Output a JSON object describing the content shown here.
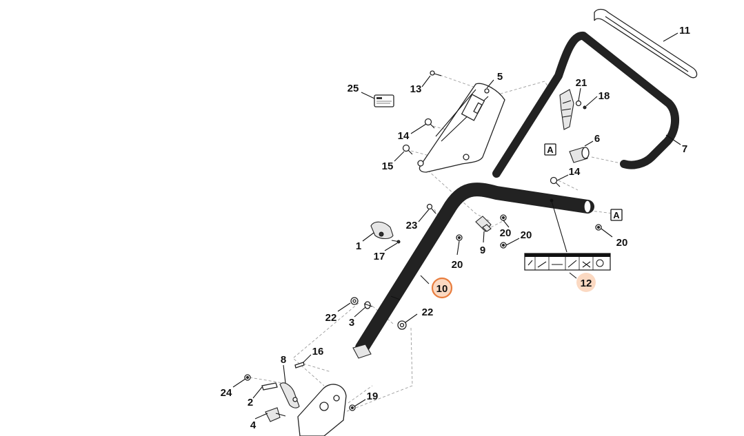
{
  "callouts": [
    {
      "id": "c1",
      "text": "1"
    },
    {
      "id": "c2",
      "text": "2"
    },
    {
      "id": "c3",
      "text": "3"
    },
    {
      "id": "c4",
      "text": "4"
    },
    {
      "id": "c5",
      "text": "5"
    },
    {
      "id": "c6",
      "text": "6"
    },
    {
      "id": "c7",
      "text": "7"
    },
    {
      "id": "c8",
      "text": "8"
    },
    {
      "id": "c9",
      "text": "9"
    },
    {
      "id": "c10",
      "text": "10"
    },
    {
      "id": "c11",
      "text": "11"
    },
    {
      "id": "c12",
      "text": "12"
    },
    {
      "id": "c13",
      "text": "13"
    },
    {
      "id": "c14a",
      "text": "14"
    },
    {
      "id": "c14b",
      "text": "14"
    },
    {
      "id": "c15",
      "text": "15"
    },
    {
      "id": "c16",
      "text": "16"
    },
    {
      "id": "c17",
      "text": "17"
    },
    {
      "id": "c18",
      "text": "18"
    },
    {
      "id": "c19",
      "text": "19"
    },
    {
      "id": "c20a",
      "text": "20"
    },
    {
      "id": "c20b",
      "text": "20"
    },
    {
      "id": "c20c",
      "text": "20"
    },
    {
      "id": "c20d",
      "text": "20"
    },
    {
      "id": "c21",
      "text": "21"
    },
    {
      "id": "c22a",
      "text": "22"
    },
    {
      "id": "c22b",
      "text": "22"
    },
    {
      "id": "c23",
      "text": "23"
    },
    {
      "id": "c24",
      "text": "24"
    },
    {
      "id": "c25",
      "text": "25"
    }
  ],
  "reference_markers": [
    {
      "text": "A"
    },
    {
      "text": "A"
    }
  ],
  "highlighted_callouts": [
    "10",
    "12"
  ],
  "colors": {
    "highlight_10_fill": "#fbd9c2",
    "highlight_10_stroke": "#e87d3e",
    "highlight_12_fill": "#fbd9c2",
    "line": "#222222",
    "dashed_leader": "#9a9a9a"
  }
}
